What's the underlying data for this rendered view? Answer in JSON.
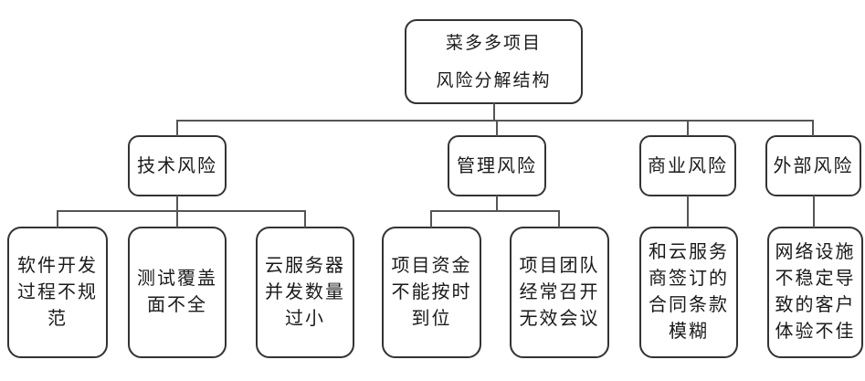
{
  "diagram": {
    "title": "菜多多项目风险分解结构",
    "type": "risk-breakdown-structure-tree",
    "colors": {
      "background": "#ffffff",
      "box_border": "#333333",
      "connector": "#555555",
      "text": "#1a1a1a"
    },
    "root": {
      "label": "菜多多项目\n风险分解结构"
    },
    "level2": [
      {
        "id": "technical-risk",
        "label": "技术风险"
      },
      {
        "id": "management-risk",
        "label": "管理风险"
      },
      {
        "id": "business-risk",
        "label": "商业风险"
      },
      {
        "id": "external-risk",
        "label": "外部风险"
      }
    ],
    "leaves": [
      {
        "parent": "technical-risk",
        "label": "软件开发\n过程不规\n范"
      },
      {
        "parent": "technical-risk",
        "label": "测试覆盖\n面不全"
      },
      {
        "parent": "technical-risk",
        "label": "云服务器\n并发数量\n过小"
      },
      {
        "parent": "management-risk",
        "label": "项目资金\n不能按时\n到位"
      },
      {
        "parent": "management-risk",
        "label": "项目团队\n经常召开\n无效会议"
      },
      {
        "parent": "business-risk",
        "label": "和云服务\n商签订的\n合同条款\n模糊"
      },
      {
        "parent": "external-risk",
        "label": "网络设施\n不稳定导\n致的客户\n体验不佳"
      }
    ]
  }
}
